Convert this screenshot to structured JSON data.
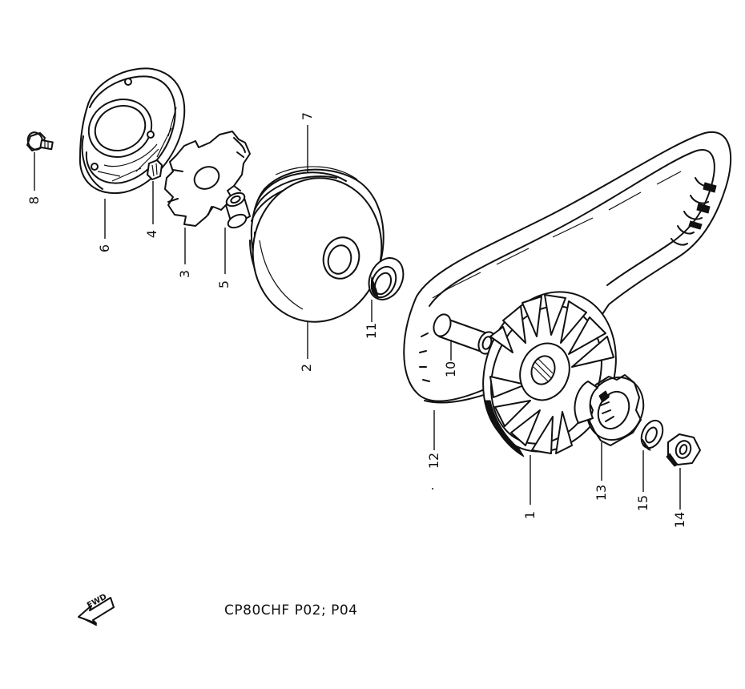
{
  "title": "CP80CHF P02; P04",
  "forward_mark": "FWD",
  "callouts": {
    "c1": "1",
    "c2": "2",
    "c3": "3",
    "c4": "4",
    "c5": "5",
    "c6": "6",
    "c7": "7",
    "c8": "8",
    "c10": "10",
    "c11": "11",
    "c12": "12",
    "c13": "13",
    "c14": "14",
    "c15": "15"
  }
}
